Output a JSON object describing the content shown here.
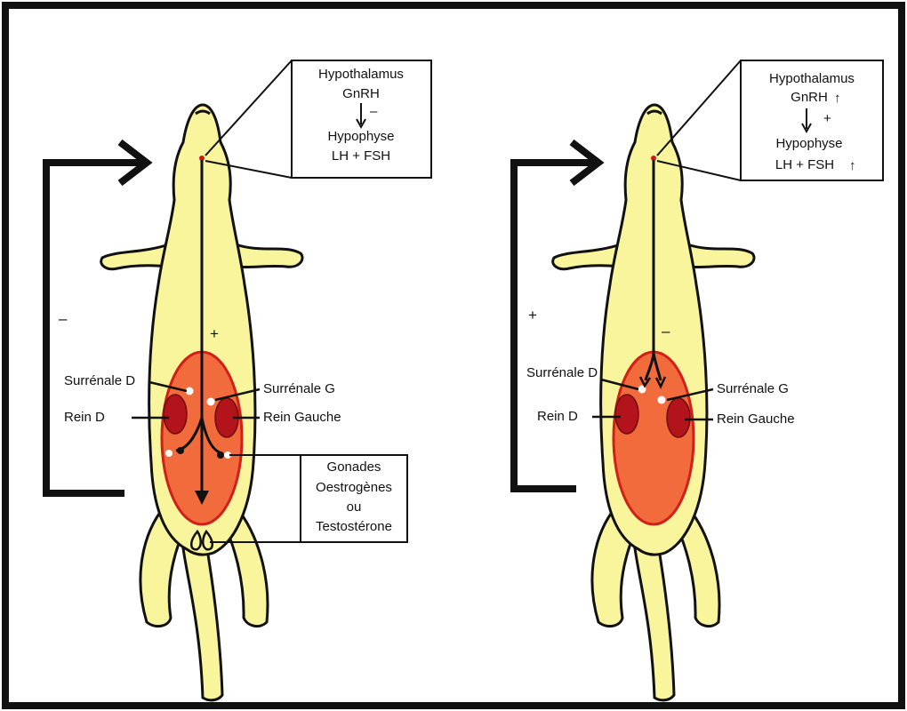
{
  "colors": {
    "body": "#f8f59c",
    "abdomen": "#f26b3c",
    "abdomen_stroke": "#d0201a",
    "kidney": "#b3131b",
    "adrenal": "#ffffff",
    "outline": "#111111"
  },
  "left_panel": {
    "hypothalamus_box": {
      "line1": "Hypothalamus",
      "line2": "GnRH",
      "sign": "–",
      "line3": "Hypophyse",
      "line4": "LH + FSH"
    },
    "feedback_sign": "–",
    "center_sign": "+",
    "labels": {
      "adrenal_right": "Surrénale D",
      "adrenal_left": "Surrénale G",
      "kidney_right": "Rein D",
      "kidney_left": "Rein Gauche"
    },
    "gonads_box": {
      "line1": "Gonades",
      "line2": "Oestrogènes",
      "line3": "ou",
      "line4": "Testostérone"
    }
  },
  "right_panel": {
    "hypothalamus_box": {
      "line1": "Hypothalamus",
      "line2": "GnRH",
      "arrow2": "↑",
      "sign": "+",
      "line3": "Hypophyse",
      "line4": "LH + FSH",
      "arrow4": "↑"
    },
    "feedback_sign": "+",
    "center_sign": "–",
    "labels": {
      "adrenal_right": "Surrénale D",
      "adrenal_left": "Surrénale G",
      "kidney_right": "Rein D",
      "kidney_left": "Rein Gauche"
    }
  }
}
